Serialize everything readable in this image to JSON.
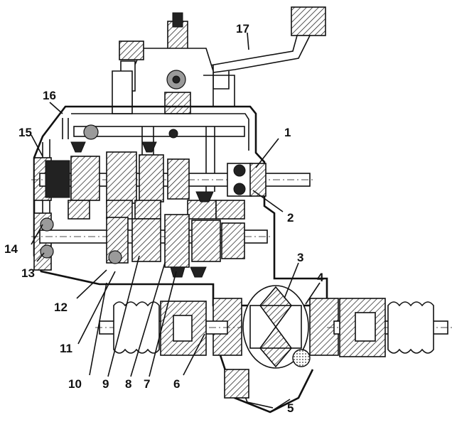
{
  "figure": {
    "callouts": [
      {
        "n": "1"
      },
      {
        "n": "2"
      },
      {
        "n": "3"
      },
      {
        "n": "4"
      },
      {
        "n": "5"
      },
      {
        "n": "6"
      },
      {
        "n": "7"
      },
      {
        "n": "8"
      },
      {
        "n": "9"
      },
      {
        "n": "10"
      },
      {
        "n": "11"
      },
      {
        "n": "12"
      },
      {
        "n": "13"
      },
      {
        "n": "14"
      },
      {
        "n": "15"
      },
      {
        "n": "16"
      },
      {
        "n": "17"
      }
    ]
  }
}
